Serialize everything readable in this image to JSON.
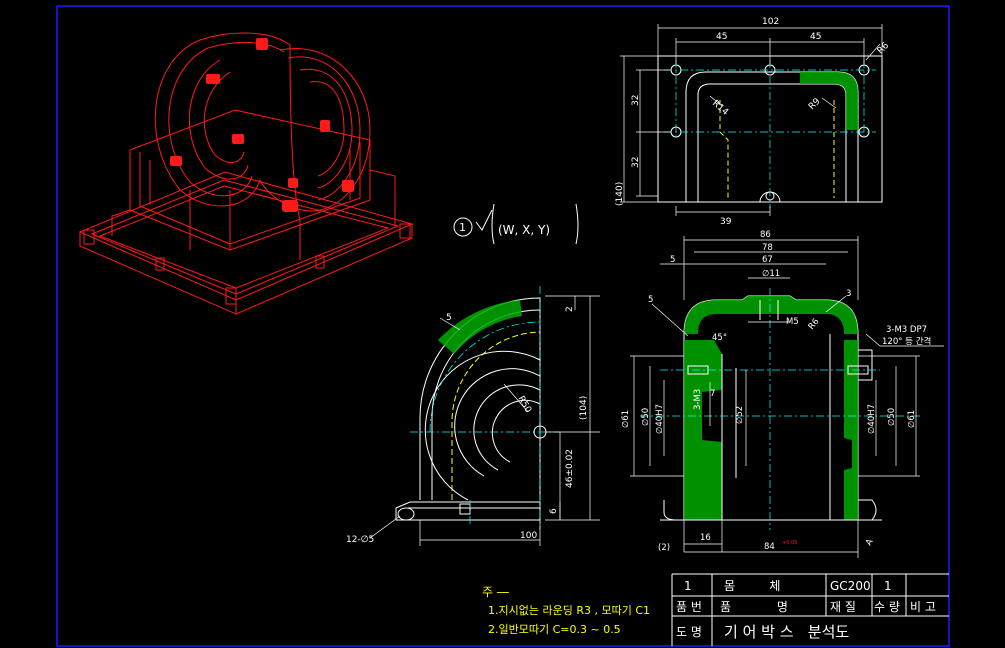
{
  "colors": {
    "frame": "#1a1aff",
    "outline": "#ffffff",
    "dimension": "#ffffff",
    "dim_text": "#ffffff",
    "hatch": "#00ff00",
    "hidden": "#ffff00",
    "center": "#00ffff",
    "iso": "#ff0000",
    "note": "#ffff00",
    "titleblock": "#ffffff"
  },
  "top_view": {
    "dims": {
      "overall_width": "102",
      "left_half": "45",
      "right_half": "45",
      "corner_r": "R6",
      "inner_r_left": "R14",
      "inner_r_right": "R9",
      "upper_height": "32",
      "lower_height": "32",
      "total_height": "(140)",
      "bottom_offset": "39"
    }
  },
  "roughness": {
    "circle_label": "1",
    "symbols": "(W, X, Y)"
  },
  "side_view": {
    "dims": {
      "chamfer": "5",
      "radius": "R50",
      "top_gap": "2",
      "height": "(104)",
      "center_height": "46±0.02",
      "base_thk": "6",
      "base_width": "100",
      "holes": "12-∅5"
    }
  },
  "front_view": {
    "dims": {
      "outer_width": "86",
      "mid_width": "78",
      "inner_width": "67",
      "offset": "5",
      "boss_dia": "∅11",
      "thread": "M5",
      "chamfer": "5",
      "fillet": "3",
      "radius": "R6",
      "tap_note_1": "3-M3 DP7",
      "tap_note_2": "120° 등 간격",
      "bore_angle": "45°",
      "d61_l": "∅61",
      "d50_l": "∅50",
      "d40_l": "∅40H7",
      "m3": "3-M3",
      "seven": "7",
      "d52": "∅52",
      "d40_r": "∅40H7",
      "d50_r": "∅50",
      "d61_r": "∅61",
      "base_flange": "(2)",
      "side_16": "16",
      "base_84": "84",
      "tol": "+0.05",
      "mark_b": "A"
    }
  },
  "notes": {
    "title": "주 ―",
    "line1": "1.지시없는 라운딩 R3 , 모따기 C1",
    "line2": "2.일반모따기 C=0.3 ~ 0.5"
  },
  "titleblock": {
    "row1": {
      "no": "1",
      "name": "몸         체",
      "material": "GC200",
      "qty": "1",
      "note": ""
    },
    "row2": {
      "no": "품 번",
      "name": "품            명",
      "material": "재 질",
      "qty": "수 량",
      "note": "비 고"
    },
    "row3": {
      "label": "도 명",
      "title": "기 어 박 스   분석도"
    }
  }
}
